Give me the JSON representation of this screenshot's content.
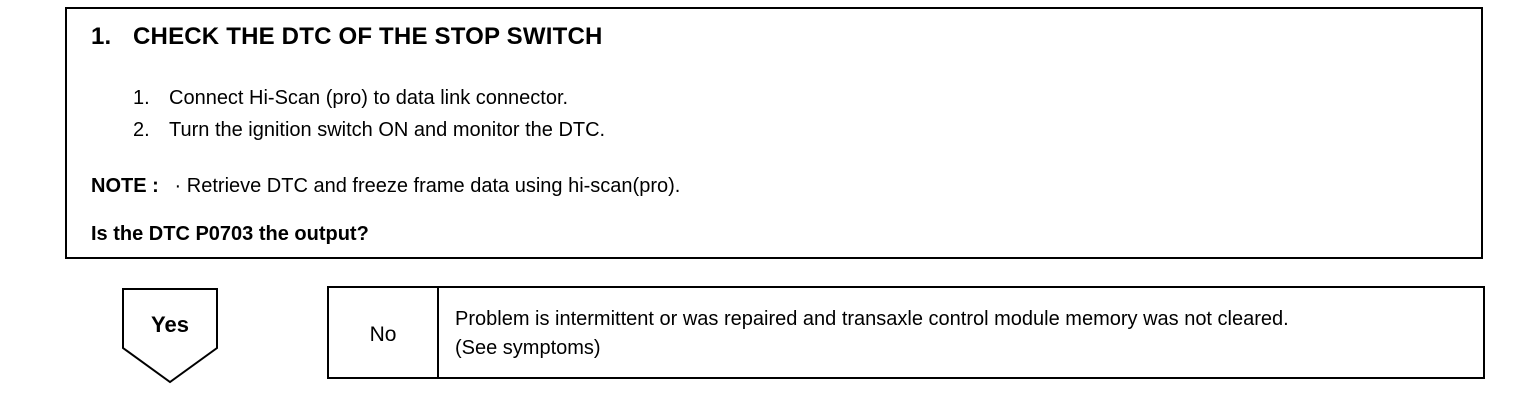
{
  "check": {
    "number": "1.",
    "title": "CHECK THE DTC OF THE STOP SWITCH",
    "steps": [
      {
        "number": "1.",
        "text": "Connect Hi-Scan (pro) to data link connector."
      },
      {
        "number": "2.",
        "text": "Turn the ignition switch ON and monitor the DTC."
      }
    ],
    "note_label": "NOTE :",
    "note_bullet": "·",
    "note_text": "Retrieve DTC and freeze frame data using hi-scan(pro).",
    "question": "Is the DTC P0703 the output?"
  },
  "yes": {
    "label": "Yes"
  },
  "no": {
    "label": "No",
    "result_line1": "Problem is intermittent or was repaired and transaxle control module memory was not cleared.",
    "result_line2": "(See symptoms)"
  }
}
